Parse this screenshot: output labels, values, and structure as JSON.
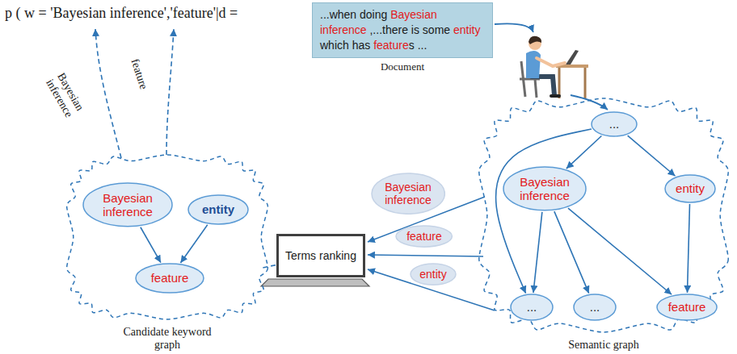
{
  "diagram": {
    "nodes": [
      {
        "text": [
          "...when doing Bayesian inference ,...there is some entity which has features ...",
          "Document"
        ]
      },
      {
        "text": [
          "Candidate keyword graph"
        ]
      },
      {
        "text": [
          "Bayesian inference"
        ],
        "in": 1
      },
      {
        "text": [
          "entity"
        ],
        "in": 1
      },
      {
        "text": [
          "feature"
        ],
        "in": 1
      },
      {
        "text": [
          "Terms ranking"
        ]
      },
      {
        "text": [
          "Bayesian inference"
        ]
      },
      {
        "text": [
          "feature"
        ]
      },
      {
        "text": [
          "entity"
        ]
      },
      {
        "text": [
          "Semantic graph"
        ]
      },
      {
        "text": [
          "..."
        ],
        "in": 9
      },
      {
        "text": [
          "Bayesian inference"
        ],
        "in": 9
      },
      {
        "text": [
          "entity"
        ],
        "in": 9
      },
      {
        "text": [
          "..."
        ],
        "in": 9
      },
      {
        "text": [
          "..."
        ],
        "in": 9
      },
      {
        "text": [
          "feature"
        ],
        "in": 9
      }
    ],
    "edges": [
      {
        "from": 2,
        "to": 4,
        "arrow": "to"
      },
      {
        "from": 3,
        "to": 4,
        "arrow": "to"
      },
      {
        "from": 5,
        "to": 1,
        "arrow": "none"
      },
      {
        "from": 9,
        "to": 5,
        "arrow": "to"
      },
      {
        "from": 9,
        "to": 5,
        "arrow": "to"
      },
      {
        "from": 9,
        "to": 5,
        "arrow": "to"
      },
      {
        "from": 10,
        "to": 11,
        "arrow": "to"
      },
      {
        "from": 10,
        "to": 12,
        "arrow": "to"
      },
      {
        "from": 10,
        "to": 13,
        "arrow": "to"
      },
      {
        "from": 11,
        "to": 13,
        "arrow": "to"
      },
      {
        "from": 11,
        "to": 14,
        "arrow": "to"
      },
      {
        "from": 11,
        "to": 15,
        "arrow": "to"
      },
      {
        "from": 12,
        "to": 15,
        "arrow": "to"
      }
    ],
    "labels": [
      "p ( w = 'Bayesian inference','feature'|d =",
      "Bayesian inference",
      "feature"
    ]
  }
}
